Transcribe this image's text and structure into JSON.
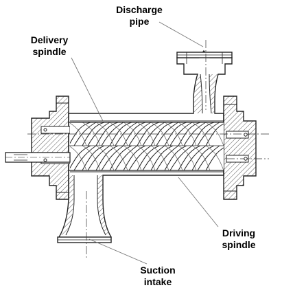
{
  "labels": {
    "discharge": {
      "line1": "Discharge",
      "line2": "pipe"
    },
    "delivery": {
      "line1": "Delivery",
      "line2": "spindle"
    },
    "driving": {
      "line1": "Driving",
      "line2": "spindle"
    },
    "suction": {
      "line1": "Suction",
      "line2": "intake"
    }
  },
  "colors": {
    "line": "#222222",
    "hatch": "#555555",
    "leader": "#777777",
    "background": "#ffffff"
  },
  "icons": [
    "screw-pump-diagram"
  ]
}
